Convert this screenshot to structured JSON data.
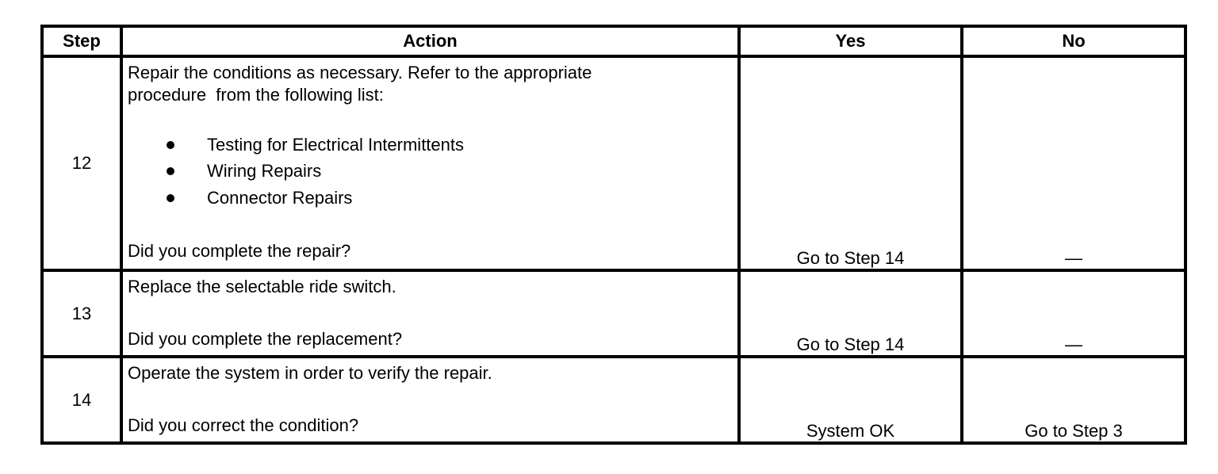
{
  "table": {
    "headers": {
      "step": "Step",
      "action": "Action",
      "yes": "Yes",
      "no": "No"
    },
    "rows": [
      {
        "step": "12",
        "action_text": "Repair the conditions as necessary. Refer to the appropriate\nprocedure  from the following list:",
        "bullets": [
          "Testing for Electrical Intermittents",
          "Wiring Repairs",
          "Connector Repairs"
        ],
        "question": "Did you complete the repair?",
        "yes": "Go to Step 14",
        "no": "—"
      },
      {
        "step": "13",
        "action_text": "Replace the selectable ride switch.",
        "question": "Did you complete the replacement?",
        "yes": "Go to Step 14",
        "no": "—"
      },
      {
        "step": "14",
        "action_text": "Operate the system in order to verify the repair.",
        "question": "Did you correct the condition?",
        "yes": "System OK",
        "no": "Go to Step 3"
      }
    ]
  }
}
